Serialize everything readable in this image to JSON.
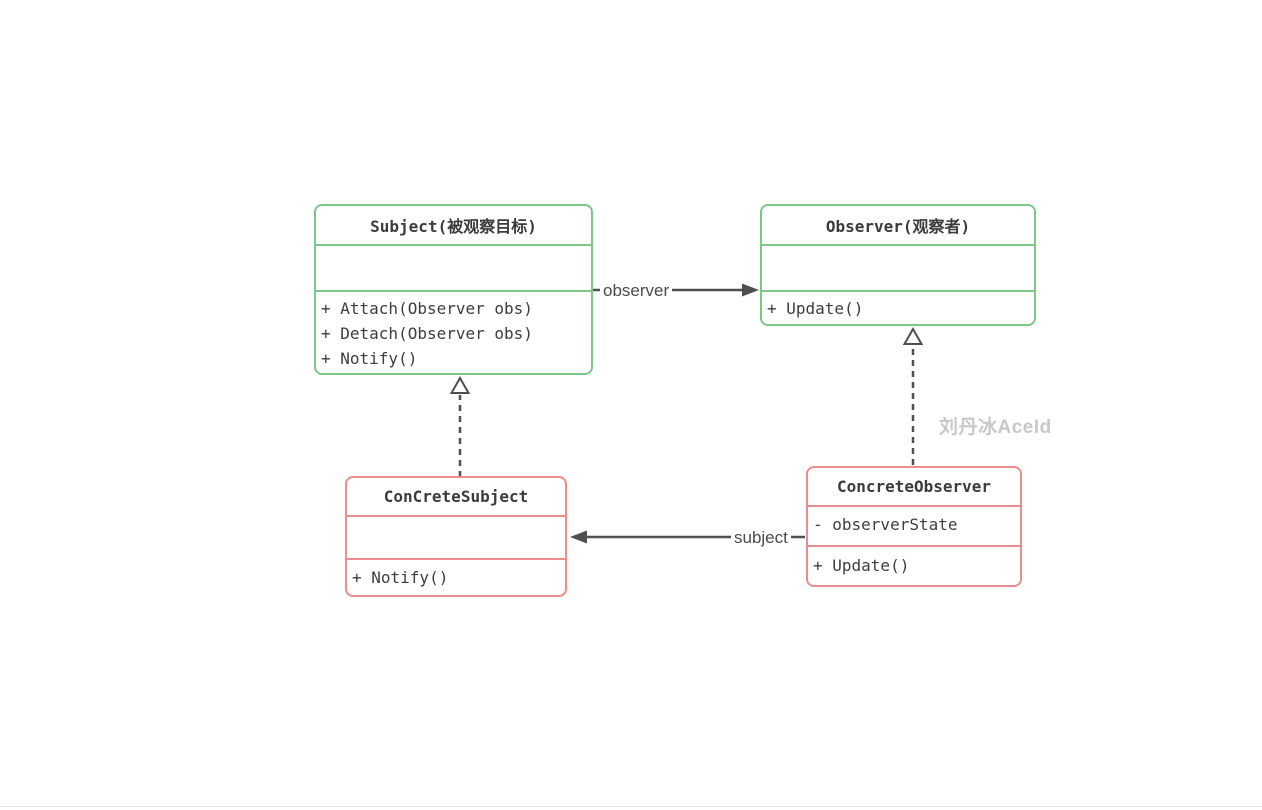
{
  "page": {
    "background": "#ffffff",
    "footer_divider_color": "#e8e8e8"
  },
  "watermark": "刘丹冰AceId",
  "diagram": {
    "type": "uml-class-diagram",
    "pattern": "Observer",
    "classes": [
      {
        "name": "Subject(被观察目标)",
        "attributes": [],
        "methods": [
          "+ Attach(Observer obs)",
          "+ Detach(Observer obs)",
          "+ Notify()"
        ],
        "border_color": "#7ec589"
      },
      {
        "name": "Observer(观察者)",
        "attributes": [],
        "methods": [
          "+ Update()"
        ],
        "border_color": "#7ec589"
      },
      {
        "name": "ConCreteSubject",
        "attributes": [],
        "methods": [
          "+ Notify()"
        ],
        "border_color": "#ec8d8d"
      },
      {
        "name": "ConcreteObserver",
        "attributes": [
          "- observerState"
        ],
        "methods": [
          "+ Update()"
        ],
        "border_color": "#ec8d8d"
      }
    ],
    "relations": [
      {
        "type": "association",
        "label": "observer",
        "from": "Subject(被观察目标)",
        "to": "Observer(观察者)",
        "line": "solid",
        "arrowhead": "filled"
      },
      {
        "type": "association",
        "label": "subject",
        "from": "ConcreteObserver",
        "to": "ConCreteSubject",
        "line": "solid",
        "arrowhead": "filled"
      },
      {
        "type": "realization",
        "label": "",
        "from": "ConCreteSubject",
        "to": "Subject(被观察目标)",
        "line": "dashed",
        "arrowhead": "hollow-triangle"
      },
      {
        "type": "realization",
        "label": "",
        "from": "ConcreteObserver",
        "to": "Observer(观察者)",
        "line": "dashed",
        "arrowhead": "hollow-triangle"
      }
    ],
    "colors": {
      "green_border": "#7ec589",
      "red_border": "#ec8d8d",
      "arrow": "#4f4f4f",
      "class_text": "#3d3d3d",
      "label_text": "#4a4a4a",
      "watermark_text": "#c8c8c8"
    }
  }
}
